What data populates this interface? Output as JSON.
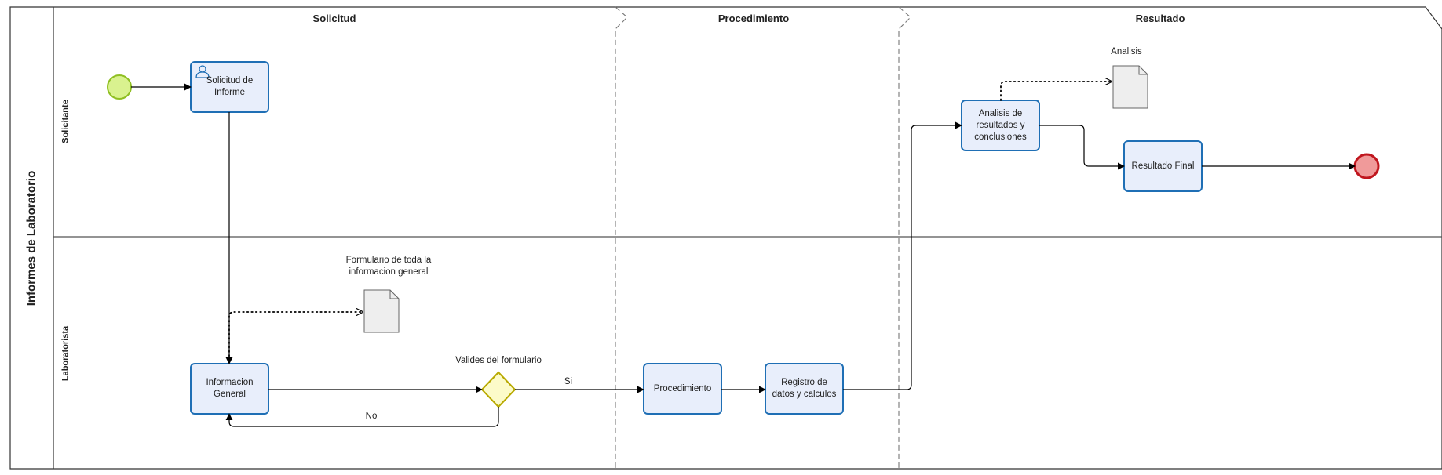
{
  "pool": {
    "title": "Informes de  Laboratorio"
  },
  "lanes": [
    {
      "id": "solicitante",
      "title": "Solicitante"
    },
    {
      "id": "laboratorista",
      "title": "Laboratorista"
    }
  ],
  "phases": [
    {
      "id": "solicitud",
      "title": "Solicitud"
    },
    {
      "id": "procedimiento",
      "title": "Procedimiento"
    },
    {
      "id": "resultado",
      "title": "Resultado"
    }
  ],
  "tasks": {
    "solicitud_informe": "Solicitud de Informe",
    "informacion_general": "Informacion General",
    "procedimiento": "Procedimiento",
    "registro_datos": "Registro de datos y calculos",
    "analisis_resultados": "Analisis de resultados y conclusiones",
    "resultado_final": "Resultado Final"
  },
  "gateway": {
    "label": "Valides del formulario"
  },
  "flows": {
    "si": "Si",
    "no": "No"
  },
  "data_objects": {
    "formulario": "Formulario de toda la informacion general",
    "analisis": "Analisis"
  },
  "colors": {
    "task_fill": "#e8eefb",
    "task_stroke": "#1f6fb5",
    "start_fill": "#d9f28f",
    "start_stroke": "#8fbf22",
    "end_fill": "#f09a9a",
    "end_stroke": "#c0161e",
    "gateway_fill": "#fcfbc9",
    "gateway_stroke": "#b8a900",
    "doc_fill": "#eeeeee",
    "line": "#000000"
  }
}
